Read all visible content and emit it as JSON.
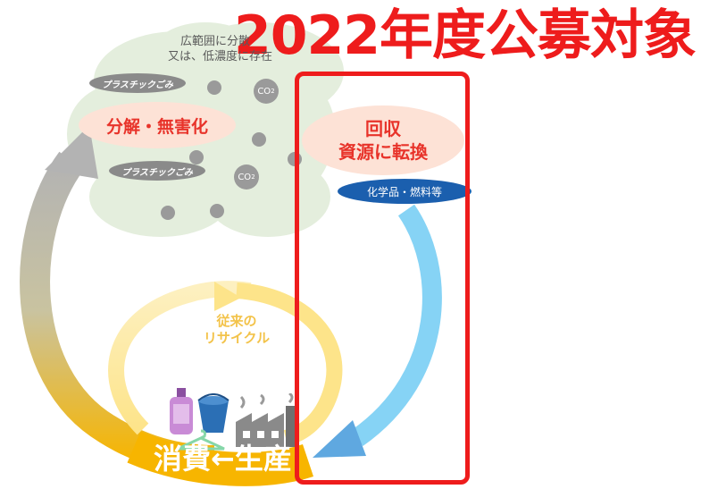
{
  "title": "2022年度公募対象",
  "cloud_note": [
    "広範囲に分散",
    "又は、低濃度に存在"
  ],
  "labels": {
    "decompose": "分解・無害化",
    "recover_line1": "回収",
    "recover_line2": "資源に転換",
    "chemicals": "化学品・燃料等",
    "conventional_line1": "従来の",
    "conventional_line2": "リサイクル",
    "bottom": "消費←生産"
  },
  "cloud_items": {
    "plastic_1": "プラスチックごみ",
    "plastic_2": "プラスチックごみ",
    "co2_1": "CO",
    "co2_2": "CO",
    "co2_sub": "2"
  },
  "colors": {
    "title": "#ee1c1c",
    "frame": "#ee1c1c",
    "cloud": "#e4eedd",
    "pink_pill": "#fde2d6",
    "pill_text": "#e8332a",
    "chem_pill": "#1b5fae",
    "gray_arrow": "#b3b3b3",
    "yellow_arrow": "#f7b500",
    "blue_arrow": "#86d3f5",
    "light_yellow": "#fde48a"
  },
  "icons": [
    "bottle-icon",
    "bucket-icon",
    "hanger-icon",
    "factory-icon"
  ]
}
